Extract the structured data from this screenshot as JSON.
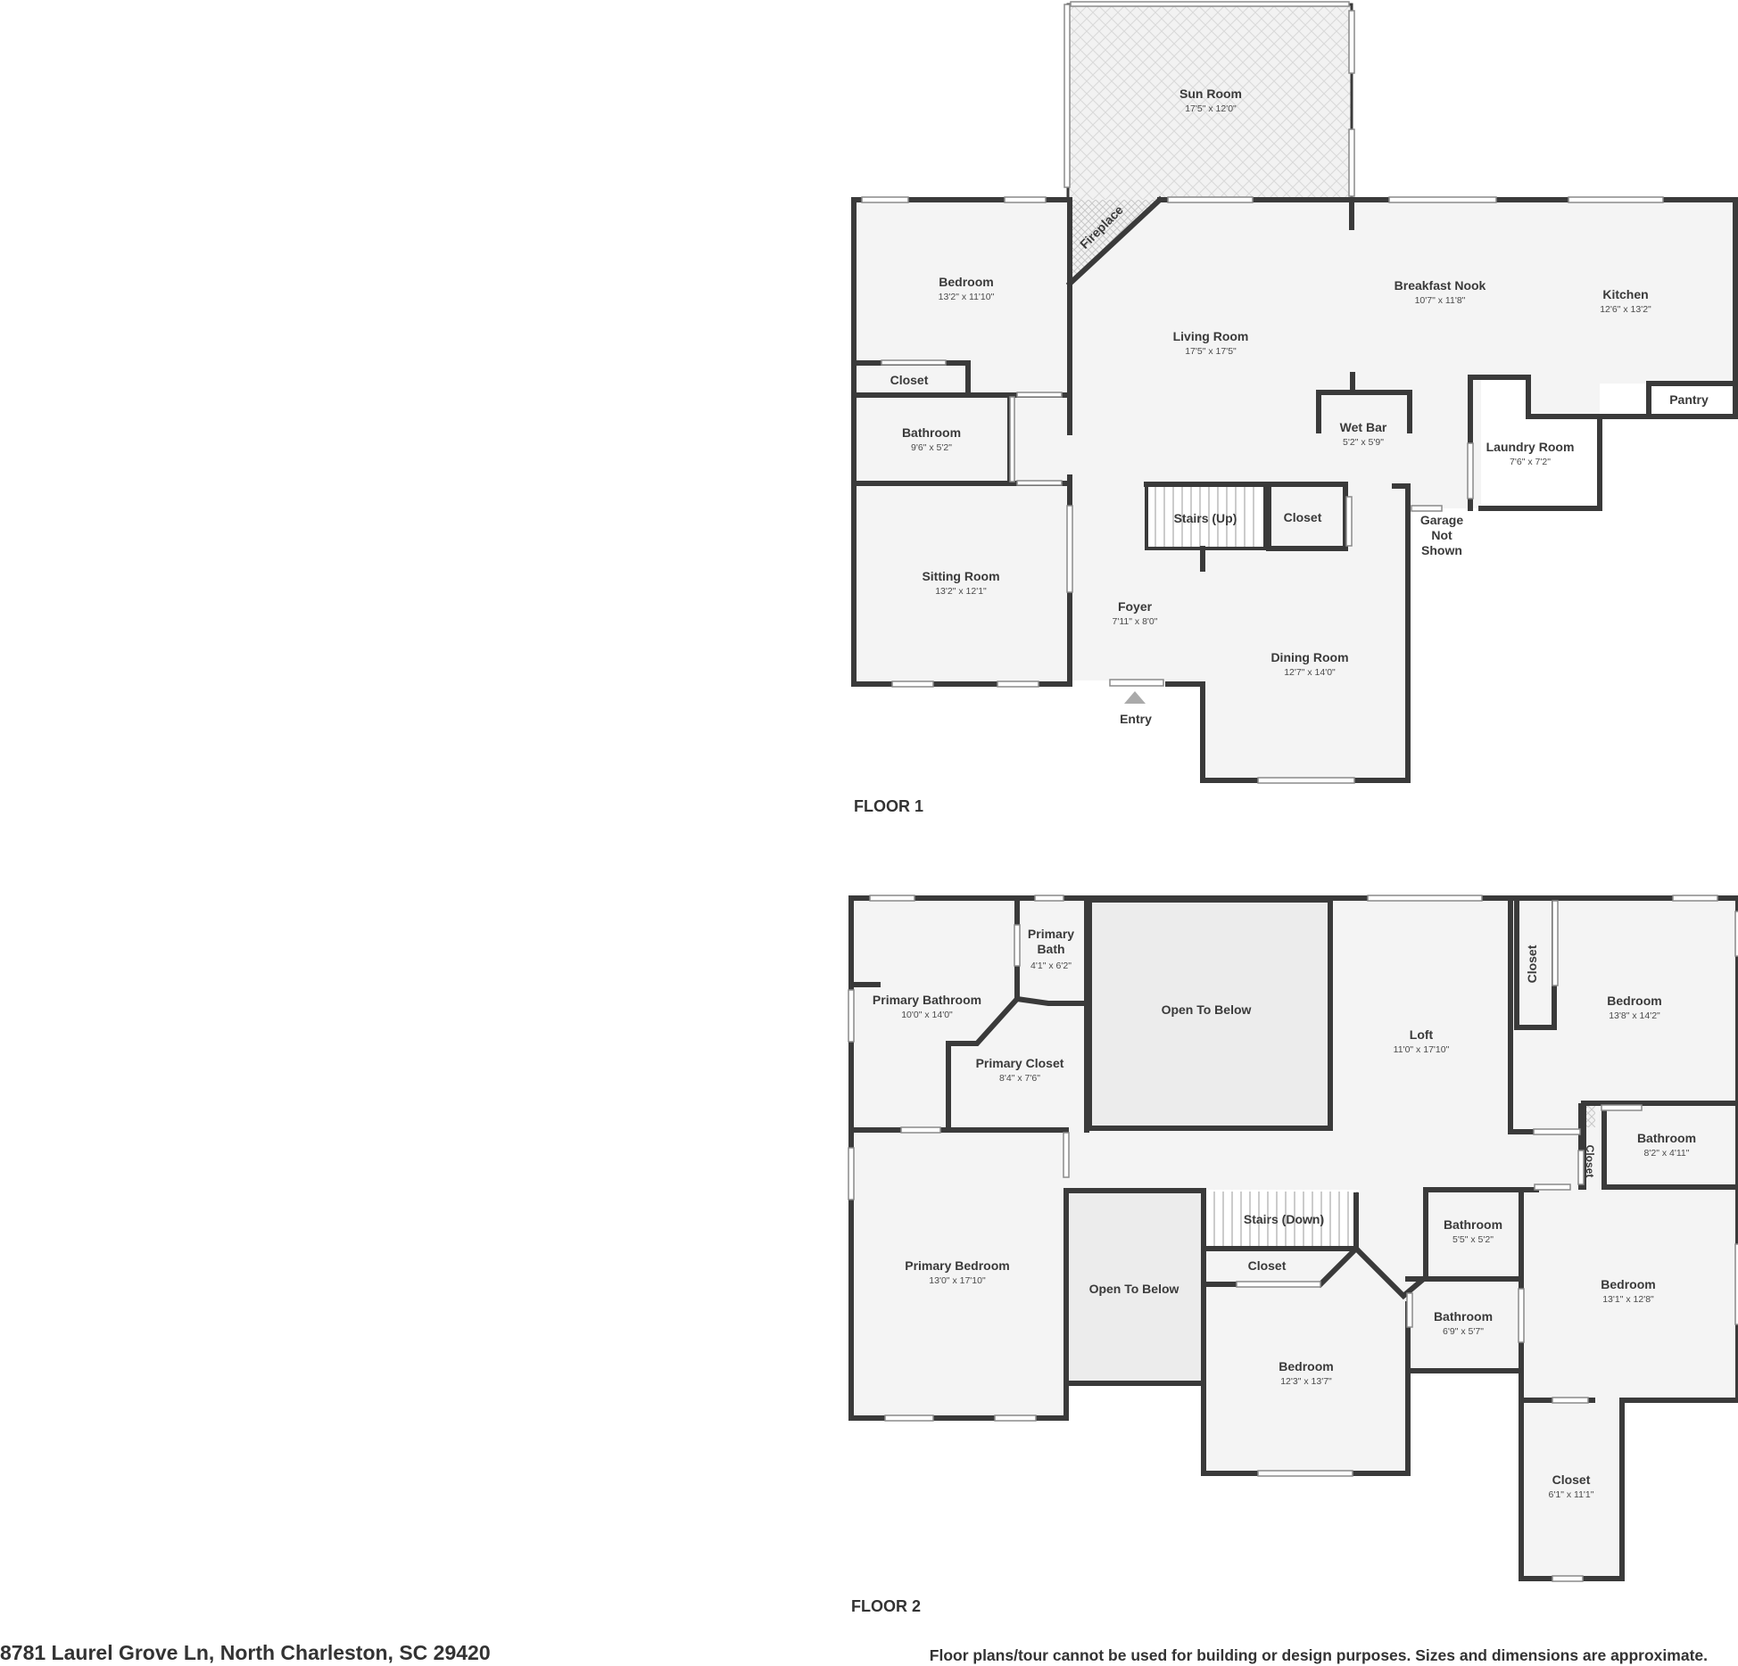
{
  "floors": [
    {
      "label": "FLOOR 1",
      "rooms": [
        {
          "id": "f1-sun-room",
          "name": "Sun Room",
          "dim": "17'5\" x 12'0\""
        },
        {
          "id": "f1-fireplace",
          "name": "Fireplace",
          "dim": ""
        },
        {
          "id": "f1-bedroom",
          "name": "Bedroom",
          "dim": "13'2\" x 11'10\""
        },
        {
          "id": "f1-closet-a",
          "name": "Closet",
          "dim": ""
        },
        {
          "id": "f1-bathroom",
          "name": "Bathroom",
          "dim": "9'6\" x 5'2\""
        },
        {
          "id": "f1-sitting-room",
          "name": "Sitting Room",
          "dim": "13'2\" x 12'1\""
        },
        {
          "id": "f1-living-room",
          "name": "Living Room",
          "dim": "17'5\" x 17'5\""
        },
        {
          "id": "f1-breakfast-nook",
          "name": "Breakfast Nook",
          "dim": "10'7\" x 11'8\""
        },
        {
          "id": "f1-kitchen",
          "name": "Kitchen",
          "dim": "12'6\" x 13'2\""
        },
        {
          "id": "f1-pantry",
          "name": "Pantry",
          "dim": ""
        },
        {
          "id": "f1-wet-bar",
          "name": "Wet Bar",
          "dim": "5'2\" x 5'9\""
        },
        {
          "id": "f1-laundry-room",
          "name": "Laundry Room",
          "dim": "7'6\" x 7'2\""
        },
        {
          "id": "f1-stairs-up",
          "name": "Stairs (Up)",
          "dim": ""
        },
        {
          "id": "f1-closet-b",
          "name": "Closet",
          "dim": ""
        },
        {
          "id": "f1-garage",
          "name": "Garage\nNot\nShown",
          "dim": ""
        },
        {
          "id": "f1-foyer",
          "name": "Foyer",
          "dim": "7'11\" x 8'0\""
        },
        {
          "id": "f1-dining-room",
          "name": "Dining Room",
          "dim": "12'7\" x 14'0\""
        },
        {
          "id": "f1-entry",
          "name": "Entry",
          "dim": ""
        }
      ]
    },
    {
      "label": "FLOOR 2",
      "rooms": [
        {
          "id": "f2-primary-bath-small",
          "name": "Primary\nBath",
          "dim": "4'1\" x 6'2\""
        },
        {
          "id": "f2-primary-bathroom",
          "name": "Primary Bathroom",
          "dim": "10'0\" x 14'0\""
        },
        {
          "id": "f2-primary-closet",
          "name": "Primary Closet",
          "dim": "8'4\" x 7'6\""
        },
        {
          "id": "f2-open-to-below-a",
          "name": "Open To Below",
          "dim": ""
        },
        {
          "id": "f2-loft",
          "name": "Loft",
          "dim": "11'0\" x 17'10\""
        },
        {
          "id": "f2-closet-a",
          "name": "Closet",
          "dim": ""
        },
        {
          "id": "f2-bedroom-a",
          "name": "Bedroom",
          "dim": "13'8\" x 14'2\""
        },
        {
          "id": "f2-closet-b",
          "name": "Closet",
          "dim": ""
        },
        {
          "id": "f2-bathroom-a",
          "name": "Bathroom",
          "dim": "8'2\" x 4'11\""
        },
        {
          "id": "f2-primary-bedroom",
          "name": "Primary Bedroom",
          "dim": "13'0\" x 17'10\""
        },
        {
          "id": "f2-open-to-below-b",
          "name": "Open To Below",
          "dim": ""
        },
        {
          "id": "f2-stairs-down",
          "name": "Stairs (Down)",
          "dim": ""
        },
        {
          "id": "f2-closet-c",
          "name": "Closet",
          "dim": ""
        },
        {
          "id": "f2-bathroom-b",
          "name": "Bathroom",
          "dim": "5'5\" x 5'2\""
        },
        {
          "id": "f2-bathroom-c",
          "name": "Bathroom",
          "dim": "6'9\" x 5'7\""
        },
        {
          "id": "f2-bedroom-b",
          "name": "Bedroom",
          "dim": "13'1\" x 12'8\""
        },
        {
          "id": "f2-bedroom-c",
          "name": "Bedroom",
          "dim": "12'3\" x 13'7\""
        },
        {
          "id": "f2-closet-d",
          "name": "Closet",
          "dim": "6'1\" x 11'1\""
        }
      ]
    }
  ],
  "footer": {
    "address": "8781 Laurel Grove Ln, North Charleston, SC 29420",
    "disclaimer": "Floor plans/tour cannot be used for building or design purposes. Sizes and dimensions are approximate."
  },
  "colors": {
    "wall": "#3a3a3a",
    "floor": "#f4f4f4",
    "open_to_below": "#ececec",
    "tile": "#e8e8e8"
  }
}
